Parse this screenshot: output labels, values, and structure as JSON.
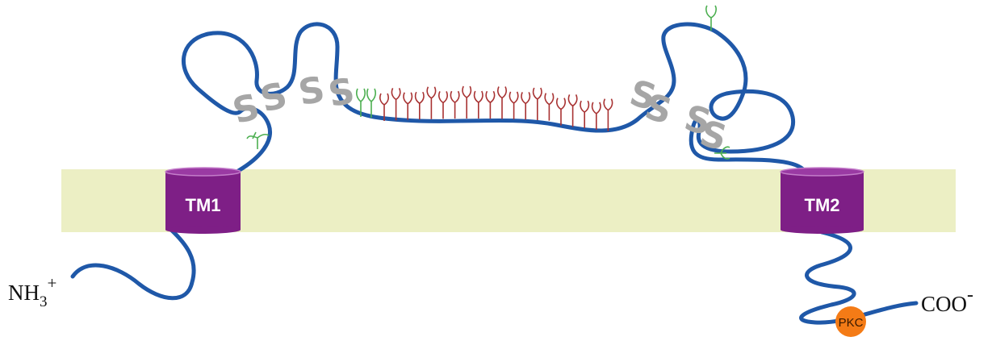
{
  "diagram": {
    "tm1_label": "TM1",
    "tm2_label": "TM2",
    "n_terminus_main": "NH",
    "n_terminus_sub": "3",
    "n_terminus_sup": "+",
    "c_terminus_main": "COO",
    "c_terminus_sup": "-",
    "disulfide_letter": "S",
    "pkc_label": "PKC"
  },
  "colors": {
    "membrane": "#ecefc4",
    "tm_domain": "#7e1f86",
    "tm_domain_rim": "#b36bb9",
    "chain": "#1f58a8",
    "disulfide": "#a6a6a6",
    "glycan_red": "#a83232",
    "glycan_green": "#4caf50",
    "pkc": "#f47b16"
  }
}
